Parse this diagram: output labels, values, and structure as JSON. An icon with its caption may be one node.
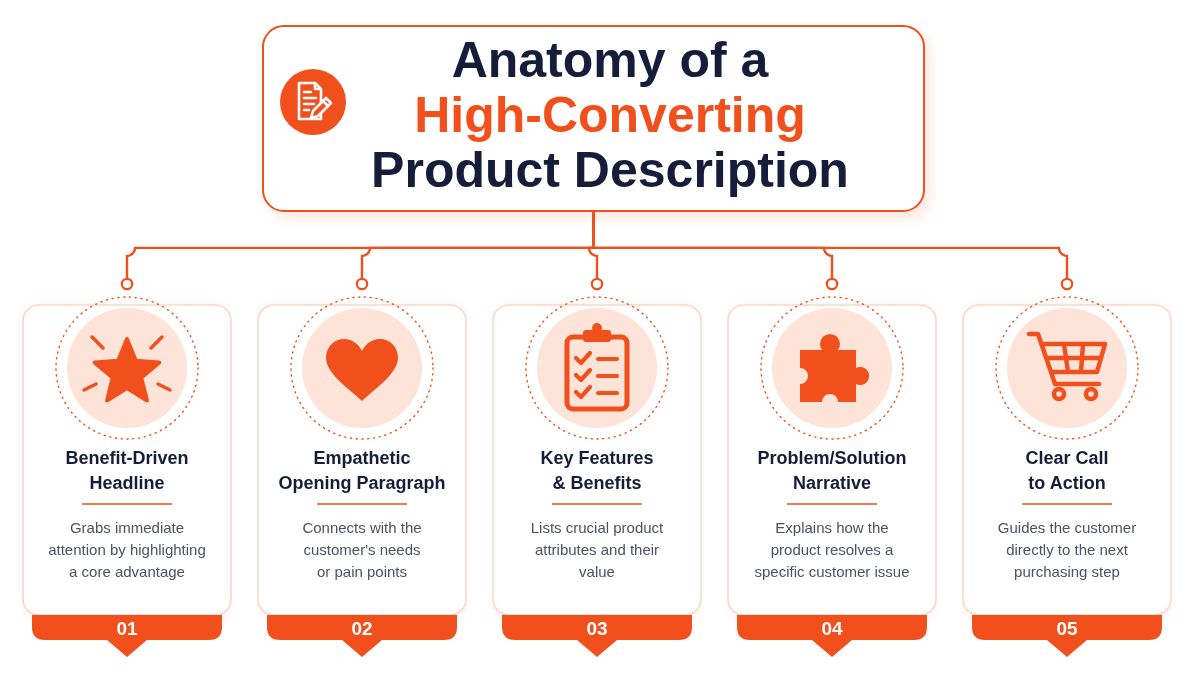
{
  "diagram": {
    "nodes": [
      {
        "text": [
          "Anatomy of a",
          "High-Converting",
          "Product Description"
        ]
      },
      {
        "text": [
          "Benefit-Driven Headline",
          "Grabs immediate attention by highlighting a core advantage",
          "01"
        ]
      },
      {
        "text": [
          "Empathetic Opening Paragraph",
          "Connects with the customer's needs or pain points",
          "02"
        ]
      },
      {
        "text": [
          "Key Features & Benefits",
          "Lists crucial product attributes and their value",
          "03"
        ]
      },
      {
        "text": [
          "Problem/Solution Narrative",
          "Explains how the product resolves a specific customer issue",
          "04"
        ]
      },
      {
        "text": [
          "Clear Call to Action",
          "Guides the customer directly to the next purchasing step",
          "05"
        ]
      }
    ],
    "edges": [
      {
        "from": 0,
        "to": 1,
        "arrow": "other"
      },
      {
        "from": 0,
        "to": 2,
        "arrow": "other"
      },
      {
        "from": 0,
        "to": 3,
        "arrow": "other"
      },
      {
        "from": 0,
        "to": 4,
        "arrow": "other"
      },
      {
        "from": 0,
        "to": 5,
        "arrow": "other"
      }
    ]
  }
}
